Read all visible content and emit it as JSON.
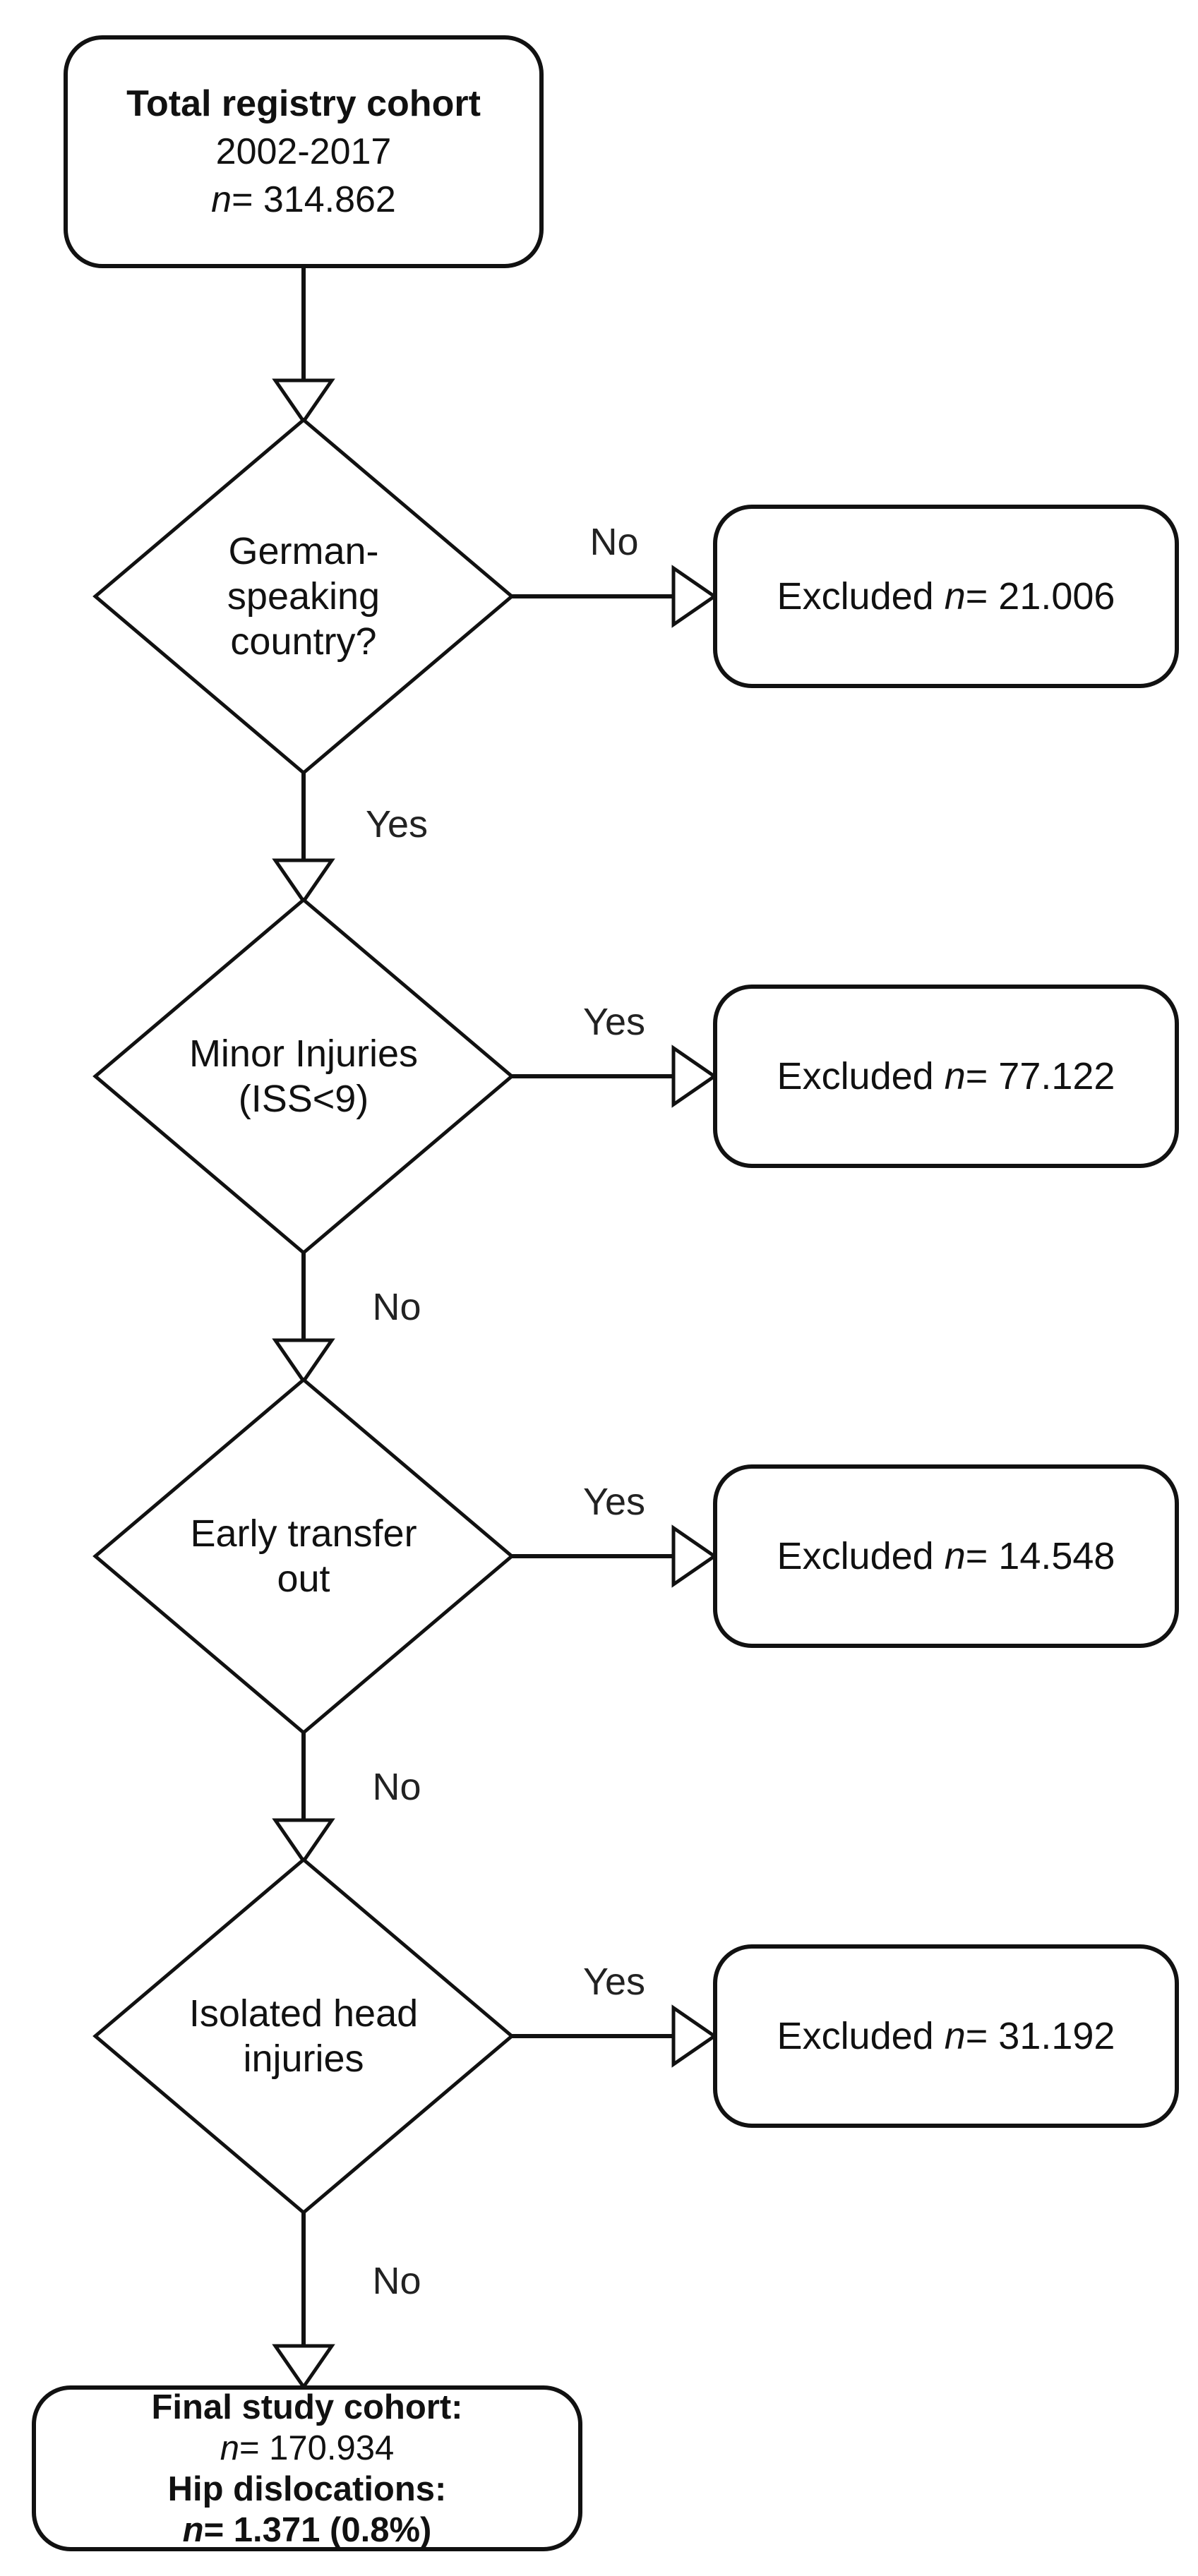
{
  "colors": {
    "stroke": "#111111",
    "background": "#ffffff",
    "text": "#111111"
  },
  "top_box": {
    "line1": "Total registry cohort",
    "line2": "2002-2017",
    "n": "n",
    "n_value": "= 314.862"
  },
  "diamonds": [
    {
      "lines": [
        "German-",
        "speaking",
        "country?"
      ],
      "branch_right_label": "No",
      "branch_down_label": "Yes"
    },
    {
      "lines": [
        "Minor Injuries",
        "(ISS<9)"
      ],
      "branch_right_label": "Yes",
      "branch_down_label": "No"
    },
    {
      "lines": [
        "Early transfer",
        "out"
      ],
      "branch_right_label": "Yes",
      "branch_down_label": "No"
    },
    {
      "lines": [
        "Isolated head",
        "injuries"
      ],
      "branch_right_label": "Yes",
      "branch_down_label": "No"
    }
  ],
  "excluded_boxes": [
    {
      "label": "Excluded ",
      "n": "n",
      "value": "= 21.006"
    },
    {
      "label": "Excluded ",
      "n": "n",
      "value": "= 77.122"
    },
    {
      "label": "Excluded ",
      "n": "n",
      "value": "= 14.548"
    },
    {
      "label": "Excluded ",
      "n": "n",
      "value": "= 31.192"
    }
  ],
  "final_box": {
    "line1": "Final study cohort:",
    "n2": "n",
    "line2_value": "= 170.934",
    "line3": "Hip dislocations:",
    "n4": "n",
    "line4_value": "= 1.371 (0.8%)"
  }
}
